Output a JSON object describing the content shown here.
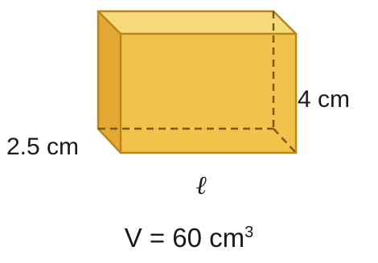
{
  "figure": {
    "colors": {
      "front_face": "#f2c34a",
      "top_face": "#f7db7a",
      "side_face": "#e3a933",
      "edge": "#b8861c",
      "hidden_edge": "#7a5a10"
    },
    "labels": {
      "height": "4 cm",
      "depth": "2.5 cm",
      "length": "ℓ"
    }
  },
  "caption": {
    "volume_prefix": "V = 60 cm",
    "volume_exponent": "3"
  }
}
